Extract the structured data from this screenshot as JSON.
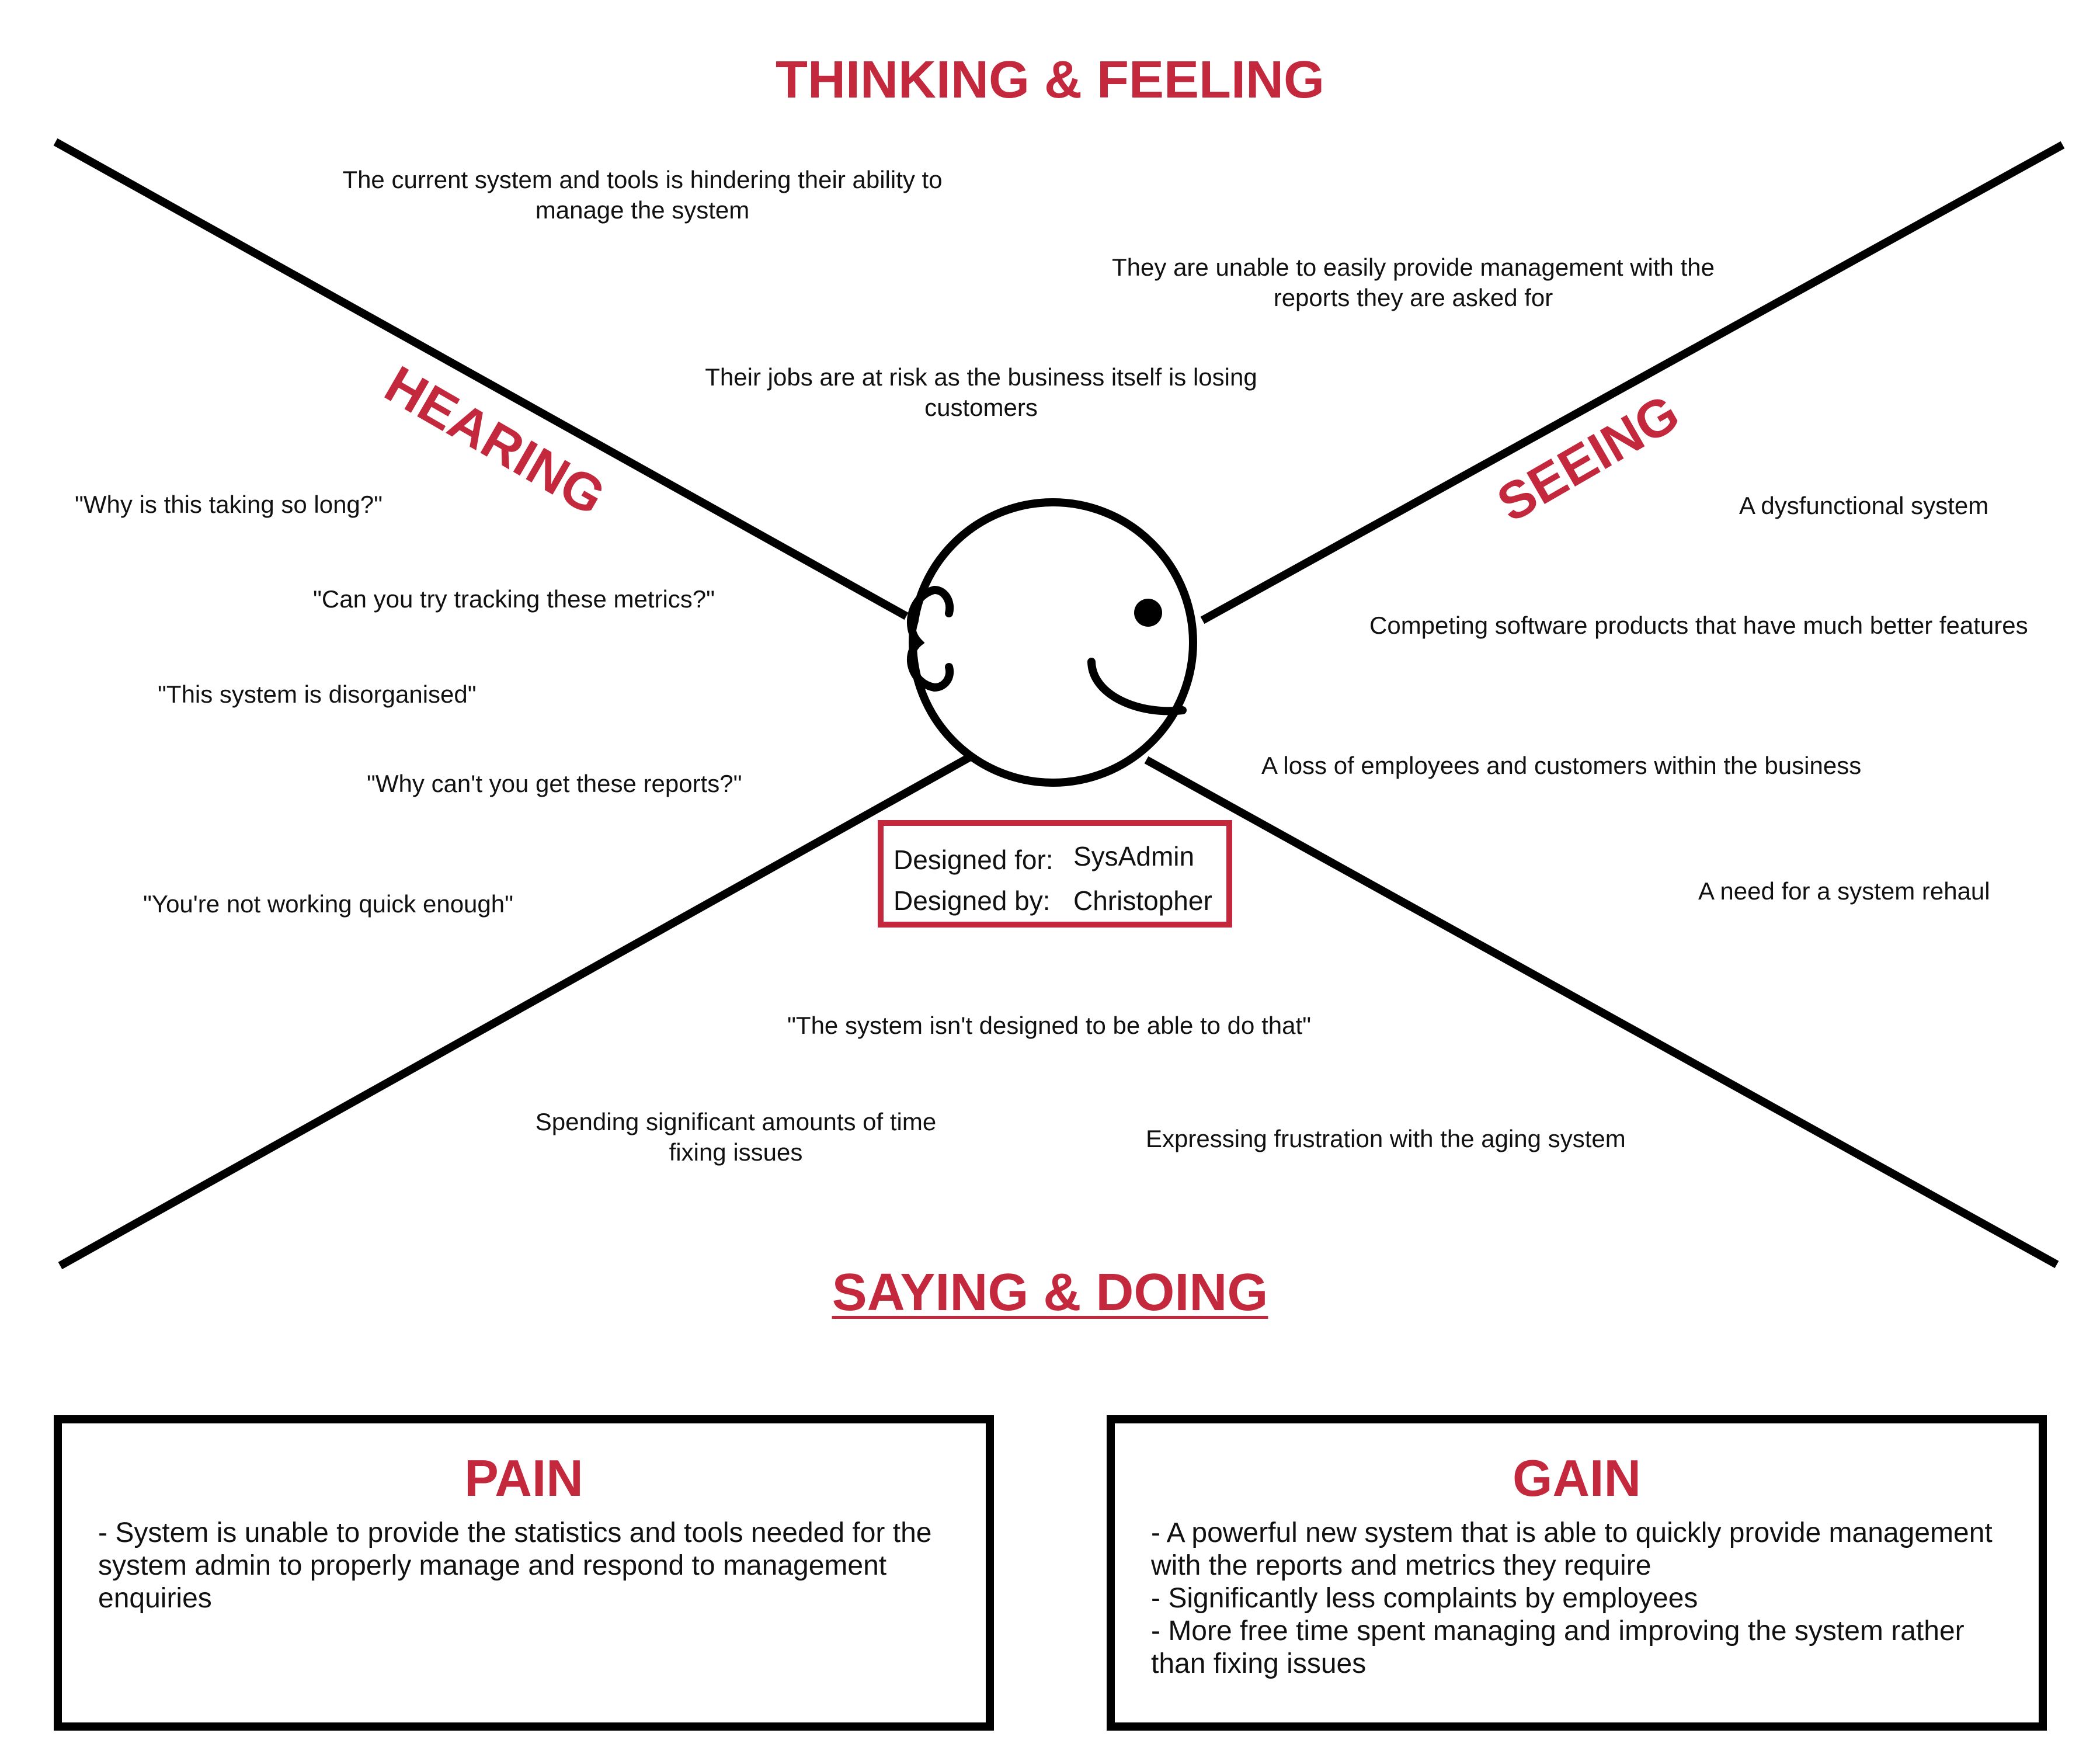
{
  "title": "THINKING & FEELING",
  "bottom_title": "SAYING & DOING",
  "hearing": {
    "label": "HEARING",
    "items": [
      "\"Why is this taking so long?\"",
      "\"Can you try tracking these metrics?\"",
      "\"This system is disorganised\"",
      "\"Why can't you get these reports?\"",
      "\"You're not working quick enough\""
    ]
  },
  "seeing": {
    "label": "SEEING",
    "items": [
      "A dysfunctional system",
      "Competing software products that have much better features",
      "A loss of employees and customers within the business",
      "A need for a system rehaul"
    ]
  },
  "thinking": {
    "items": [
      "The current system and tools is hindering their ability to manage the system",
      "They are unable to easily provide management with the reports they are asked for",
      "Their jobs are at risk as the business itself is losing customers"
    ]
  },
  "saying": {
    "items": [
      "\"The system isn't designed to be able to do that\"",
      "Spending significant amounts of time fixing issues",
      "Expressing frustration with the aging system"
    ]
  },
  "designed": {
    "for_label": "Designed for:",
    "for_value": "SysAdmin",
    "by_label": "Designed by:",
    "by_value": "Christopher"
  },
  "pain": {
    "title": "PAIN",
    "items": [
      "- System is unable to provide the statistics and tools needed for the system admin to properly manage and respond to management enquiries"
    ]
  },
  "gain": {
    "title": "GAIN",
    "items": [
      "- A powerful new system that is able to quickly provide management with the reports and metrics they require",
      "- Significantly less complaints by employees",
      "- More free time spent managing and improving the system rather than fixing issues"
    ]
  },
  "colors": {
    "accent": "#c4283c",
    "ink": "#000000"
  },
  "icons": {
    "persona": "smiling-face-icon"
  }
}
